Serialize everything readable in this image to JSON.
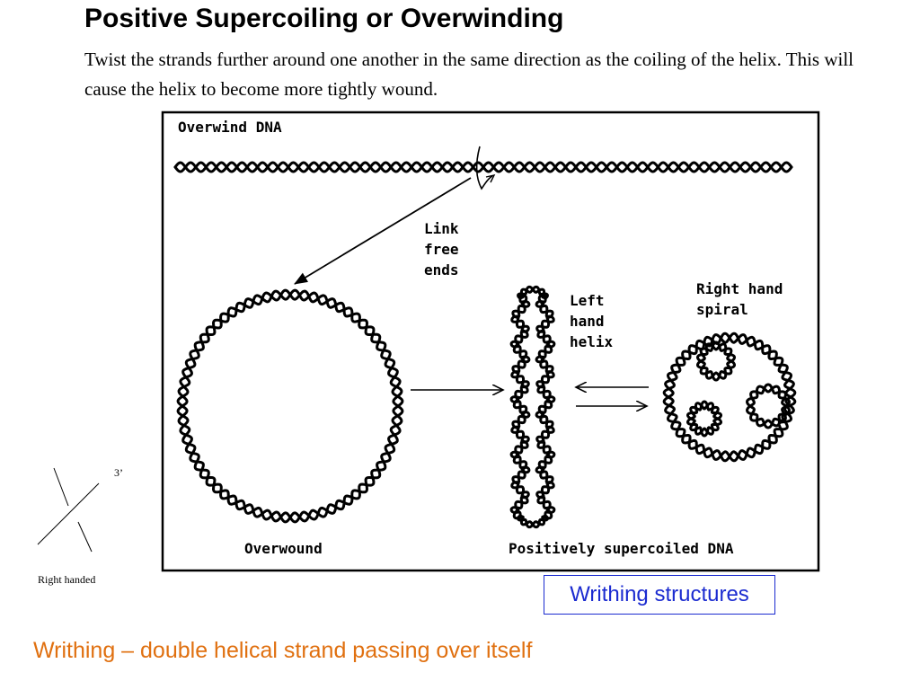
{
  "slide": {
    "title": "Positive Supercoiling or Overwinding",
    "subtitle": "Twist the strands further around one another in the same direction as the coiling of the helix.  This will cause the helix to become more tightly wound.",
    "footer": "Writhing – double helical strand passing over itself",
    "box_label": "Writhing structures"
  },
  "handedness": {
    "end_label": "3’",
    "caption": "Right handed"
  },
  "figure": {
    "top_label": "Overwind DNA",
    "link_label": [
      "Link",
      "free",
      "ends"
    ],
    "left_helix_label": [
      "Left",
      "hand",
      "helix"
    ],
    "spiral_label": [
      "Right hand",
      "spiral"
    ],
    "circle_caption": "Overwound",
    "supercoil_caption": "Positively supercoiled DNA"
  },
  "colors": {
    "title": "#000000",
    "footer": "#e07010",
    "box": "#1b2bd0"
  }
}
